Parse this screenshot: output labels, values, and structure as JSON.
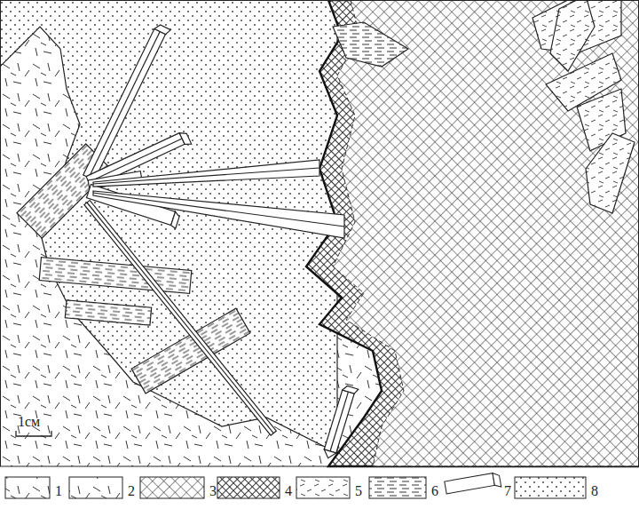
{
  "diagram": {
    "labels": [
      "1см"
    ],
    "legend": [
      {
        "text": "1"
      },
      {
        "text": "2"
      },
      {
        "text": "3"
      },
      {
        "text": "4"
      },
      {
        "text": "5"
      },
      {
        "text": "6"
      },
      {
        "text": "7"
      },
      {
        "text": "8"
      }
    ]
  }
}
